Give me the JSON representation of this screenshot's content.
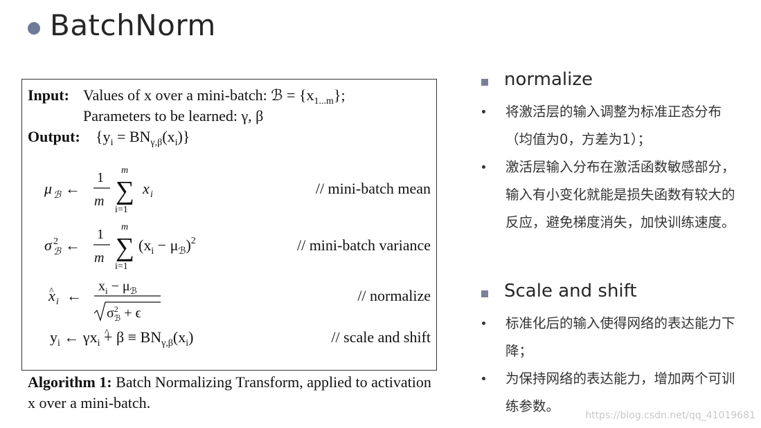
{
  "slide": {
    "title": "BatchNorm"
  },
  "algorithm": {
    "input_label": "Input:",
    "input_text": "Values of x over a mini-batch: ℬ = {x",
    "input_sub": "1...m",
    "input_end": "};",
    "params_text": "Parameters to be learned: γ, β",
    "output_label": "Output:",
    "output_text": "{y",
    "output_i": "i",
    "output_eq": " = BN",
    "output_sub": "γ,β",
    "output_arg": "(x",
    "output_close": ")}",
    "steps": [
      {
        "comment": "// mini-batch mean"
      },
      {
        "comment": "// mini-batch variance"
      },
      {
        "comment": "// normalize"
      },
      {
        "comment": "// scale and shift"
      }
    ],
    "caption_label": "Algorithm 1:",
    "caption_text": " Batch Normalizing Transform, applied to activation x over a mini-batch."
  },
  "right": {
    "sections": [
      {
        "heading": "normalize",
        "bullets": [
          "将激活层的输入调整为标准正态分布（均值为0，方差为1）；",
          "激活层输入分布在激活函数敏感部分，输入有小变化就能是损失函数有较大的反应，避免梯度消失，加快训练速度。"
        ]
      },
      {
        "heading": "Scale and shift",
        "bullets": [
          "标准化后的输入使得网络的表达能力下降；",
          "为保持网络的表达能力，增加两个可训练参数。"
        ]
      }
    ]
  },
  "watermark": "https://blog.csdn.net/qq_41019681",
  "colors": {
    "bullet": "#6e7a99",
    "square": "#7a8099",
    "text": "#333333"
  }
}
